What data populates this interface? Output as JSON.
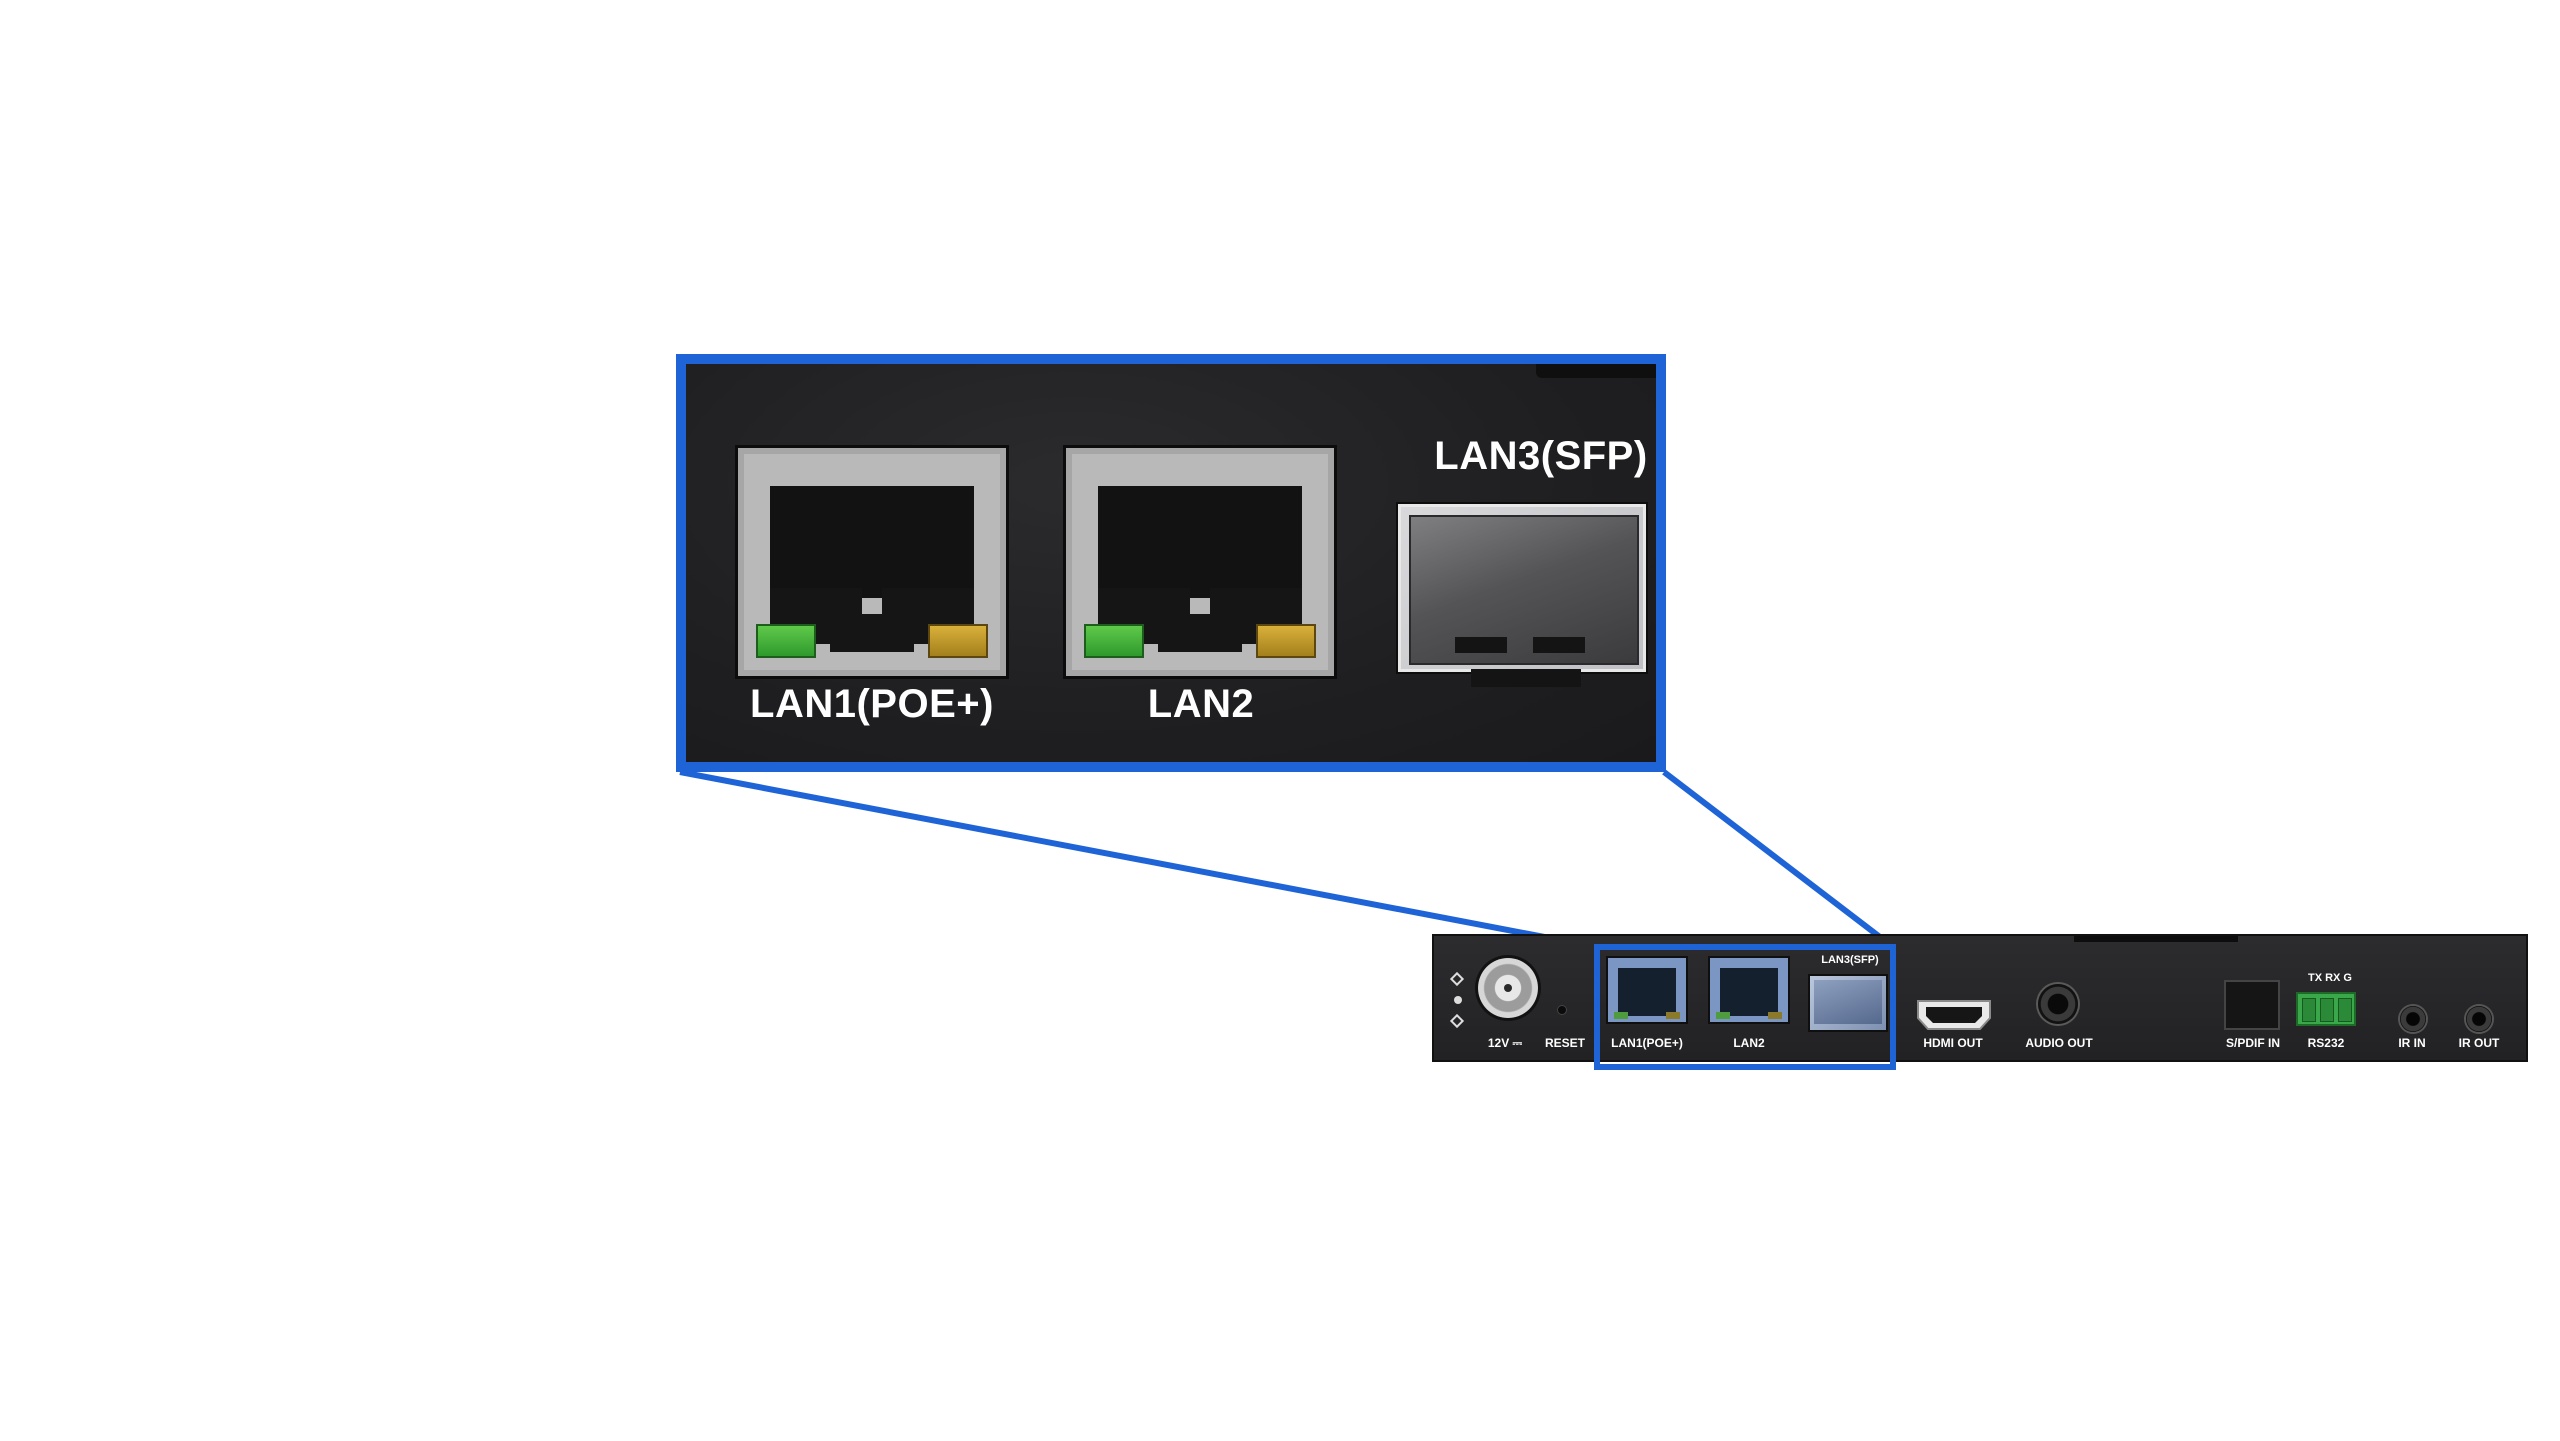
{
  "zoom_panel": {
    "ports": [
      {
        "label": "LAN1(POE+)"
      },
      {
        "label": "LAN2"
      },
      {
        "label": "LAN3(SFP)"
      }
    ]
  },
  "device_panel": {
    "power_label": "12V ⎓",
    "reset_label": "RESET",
    "lan1_label": "LAN1(POE+)",
    "lan2_label": "LAN2",
    "lan3_label": "LAN3(SFP)",
    "hdmi_label": "HDMI OUT",
    "audio_label": "AUDIO OUT",
    "spdif_label": "S/PDIF IN",
    "rs232_pins": "TX  RX  G",
    "rs232_label": "RS232",
    "ir_in_label": "IR IN",
    "ir_out_label": "IR OUT"
  },
  "colors": {
    "highlight_blue": "#1f64d6",
    "panel_dark": "#222224",
    "led_green": "#3fae35",
    "led_amber": "#c59a28",
    "terminal_green": "#3aa84a"
  },
  "icons": [
    "diamond-icon",
    "hdmi-port-icon",
    "audio-jack-icon",
    "power-jack-icon"
  ]
}
